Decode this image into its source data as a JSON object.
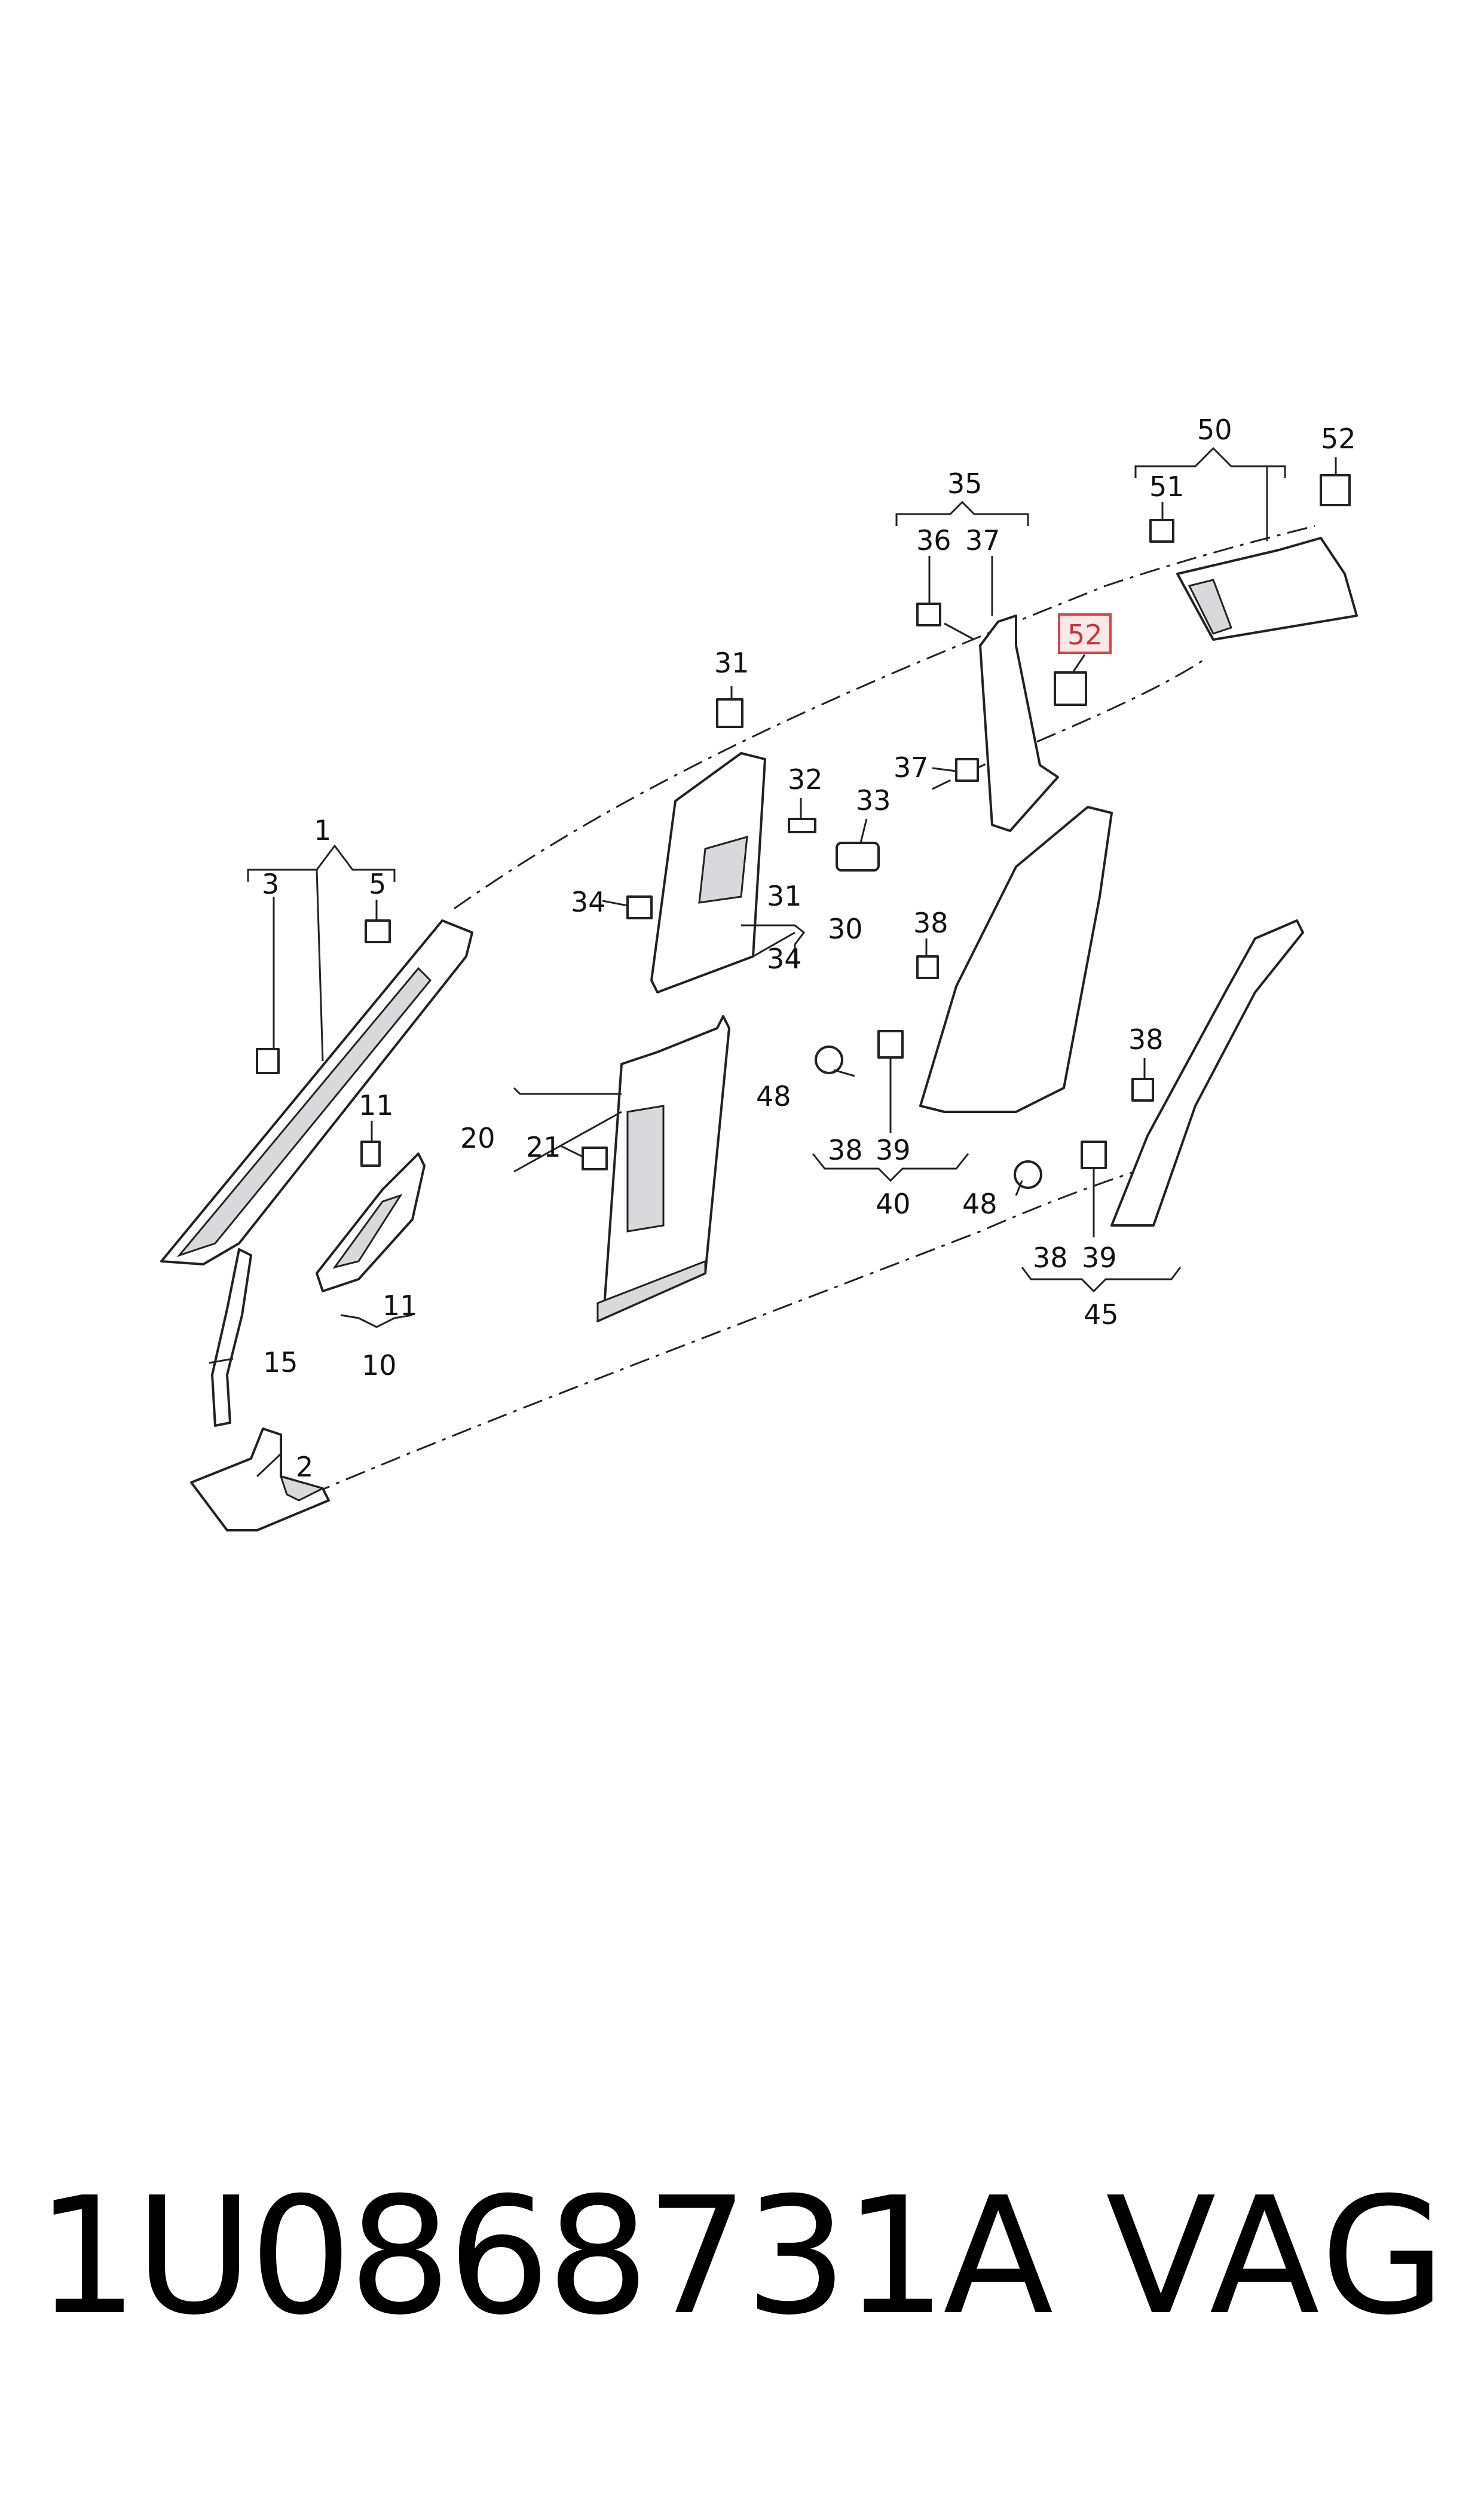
{
  "callouts": {
    "n1": "1",
    "n2": "2",
    "n3": "3",
    "n5": "5",
    "n10": "10",
    "n11a": "11",
    "n11b": "11",
    "n15": "15",
    "n20": "20",
    "n21": "21",
    "n30": "30",
    "n31a": "31",
    "n31b": "31",
    "n32": "32",
    "n33": "33",
    "n34a": "34",
    "n34b": "34",
    "n35": "35",
    "n36": "36",
    "n37a": "37",
    "n37b": "37",
    "n38a": "38",
    "n38b": "38",
    "n38c": "38",
    "n38d": "38",
    "n39a": "39",
    "n39b": "39",
    "n40": "40",
    "n45": "45",
    "n48a": "48",
    "n48b": "48",
    "n50": "50",
    "n51": "51",
    "n52a": "52",
    "n52b": "52"
  },
  "highlighted_callout": "52",
  "highlight_color": "#d04848",
  "footer": {
    "part_number": "1U0868731A",
    "brand": "VAG"
  }
}
